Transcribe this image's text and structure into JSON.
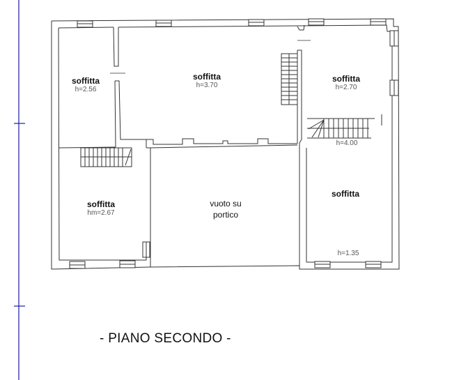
{
  "drawing": {
    "title": "- PIANO SECONDO -",
    "colors": {
      "wall": "#333333",
      "grid_axis": "#1a1aa6",
      "background": "#ffffff"
    }
  },
  "rooms": [
    {
      "name": "soffitta",
      "height": "h=2.56"
    },
    {
      "name": "soffitta",
      "height": "h=3.70"
    },
    {
      "name": "soffitta",
      "height": "h=2.70"
    },
    {
      "name": "soffitta",
      "height": "hm=2.67"
    },
    {
      "name": "vuoto su",
      "name2": "portico"
    },
    {
      "name": "soffitta",
      "height_top": "h=4.00",
      "height_bottom": "h=1.35"
    }
  ]
}
